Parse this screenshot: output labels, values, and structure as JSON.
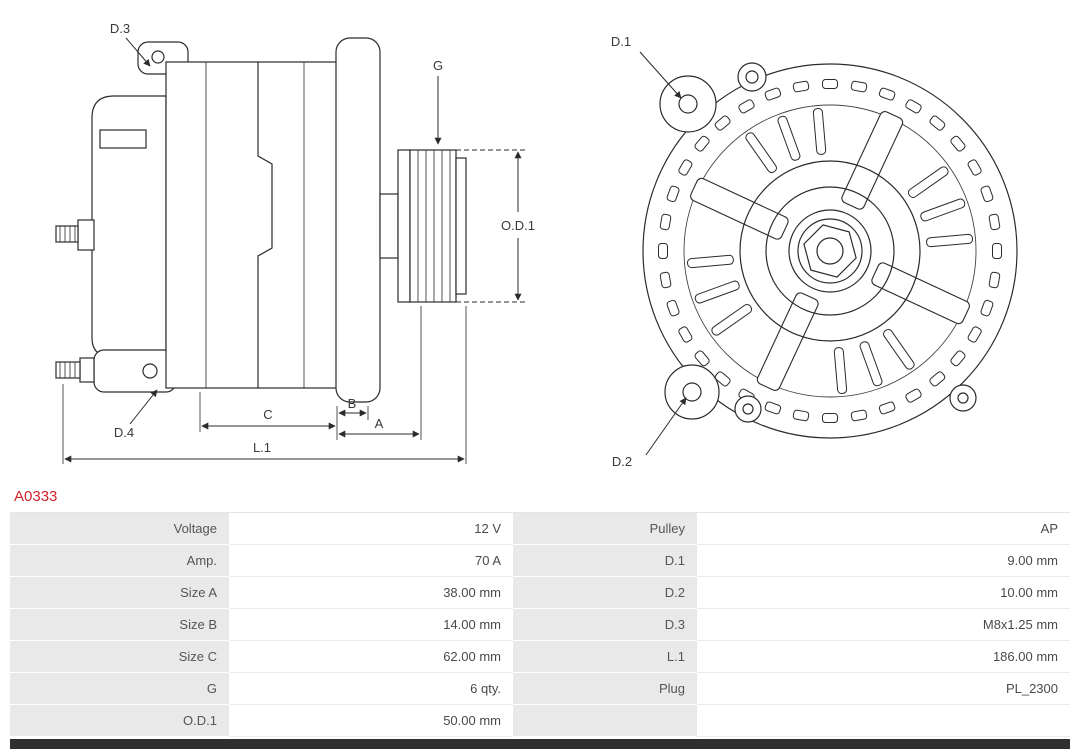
{
  "product": {
    "code": "A0333"
  },
  "drawing": {
    "labels": {
      "d3": "D.3",
      "g": "G",
      "d1": "D.1",
      "od1": "O.D.1",
      "d4": "D.4",
      "c": "C",
      "b": "B",
      "a": "A",
      "l1": "L.1",
      "d2": "D.2"
    }
  },
  "spec_table": {
    "rows": [
      {
        "label_left": "Voltage",
        "value_left": "12 V",
        "label_right": "Pulley",
        "value_right": "AP"
      },
      {
        "label_left": "Amp.",
        "value_left": "70 A",
        "label_right": "D.1",
        "value_right": "9.00 mm"
      },
      {
        "label_left": "Size A",
        "value_left": "38.00 mm",
        "label_right": "D.2",
        "value_right": "10.00 mm"
      },
      {
        "label_left": "Size B",
        "value_left": "14.00 mm",
        "label_right": "D.3",
        "value_right": "M8x1.25 mm"
      },
      {
        "label_left": "Size C",
        "value_left": "62.00 mm",
        "label_right": "L.1",
        "value_right": "186.00 mm"
      },
      {
        "label_left": "G",
        "value_left": "6 qty.",
        "label_right": "Plug",
        "value_right": "PL_2300"
      },
      {
        "label_left": "O.D.1",
        "value_left": "50.00 mm",
        "label_right": "",
        "value_right": ""
      }
    ]
  },
  "colors": {
    "product_code_red": "#d2232a",
    "table_label_bg": "#e9e9e9",
    "table_border": "#ececec",
    "drawing_line": "#2b2b2b",
    "bottom_bar": "#2f2f2f"
  }
}
